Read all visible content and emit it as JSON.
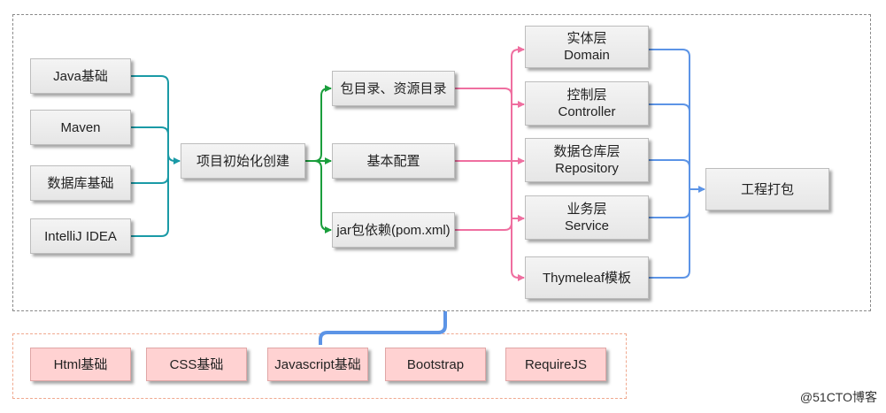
{
  "foundations": [
    "Java基础",
    "Maven",
    "数据库基础",
    "IntelliJ IDEA"
  ],
  "init": "项目初始化创建",
  "setup": [
    "包目录、资源目录",
    "基本配置",
    "jar包依赖(pom.xml)"
  ],
  "layers": [
    {
      "line1": "实体层",
      "line2": "Domain"
    },
    {
      "line1": "控制层",
      "line2": "Controller"
    },
    {
      "line1": "数据仓库层",
      "line2": "Repository"
    },
    {
      "line1": "业务层",
      "line2": "Service"
    },
    {
      "line1": "Thymeleaf模板",
      "line2": ""
    }
  ],
  "package": "工程打包",
  "frontend": [
    "Html基础",
    "CSS基础",
    "Javascript基础",
    "Bootstrap",
    "RequireJS"
  ],
  "watermark": "@51CTO博客",
  "colors": {
    "teal": "#1a9aa6",
    "green": "#1a9e3c",
    "pink": "#ef6fa0",
    "blue": "#5c94e6"
  }
}
